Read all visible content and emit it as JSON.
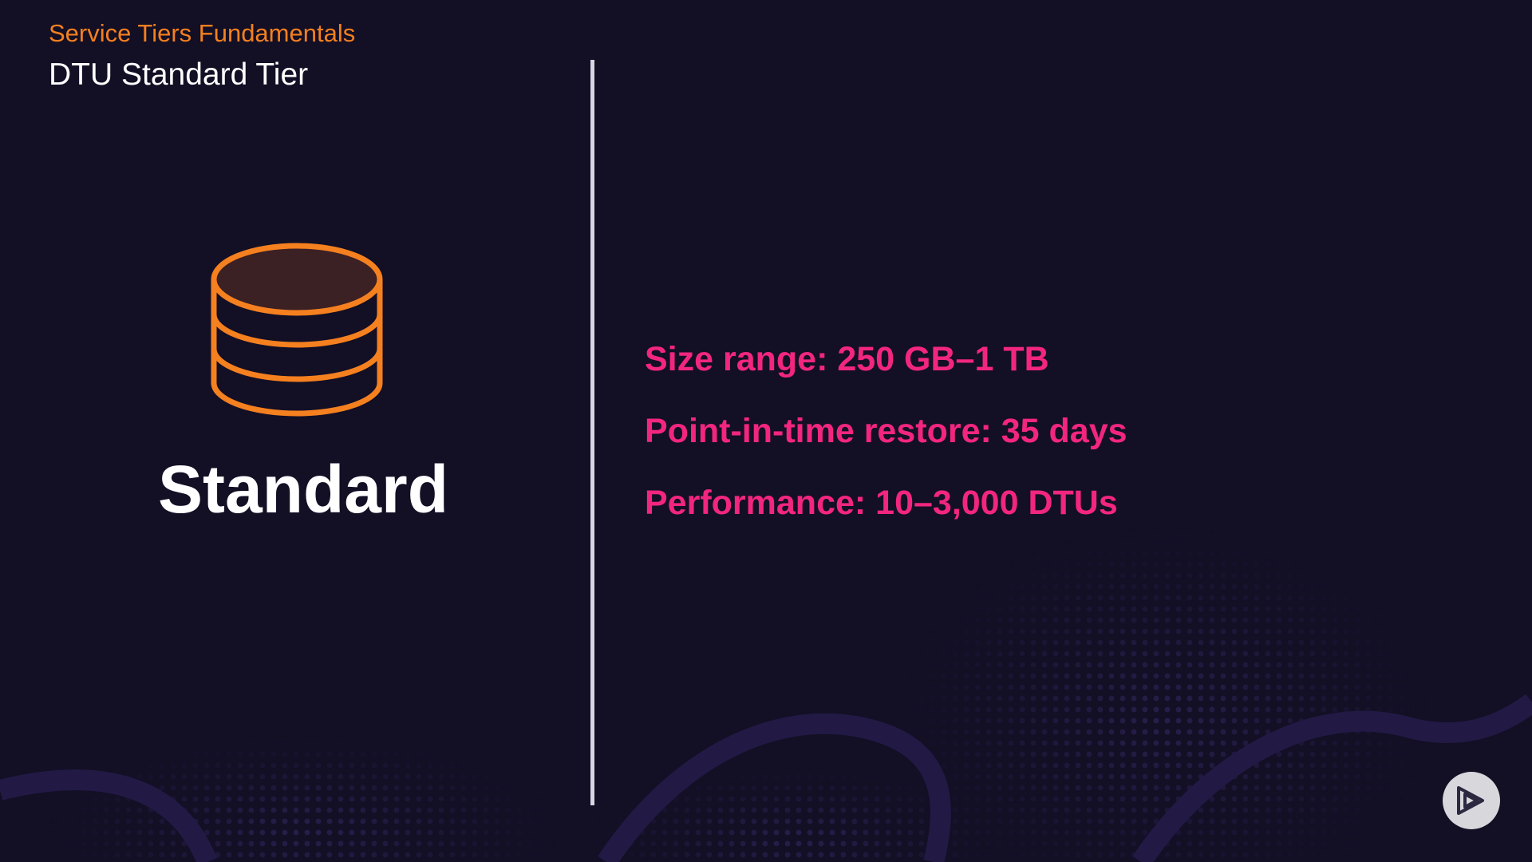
{
  "slide": {
    "kicker": "Service Tiers Fundamentals",
    "title": "DTU Standard Tier"
  },
  "tier": {
    "icon": "database-icon",
    "name": "Standard"
  },
  "facts": [
    "Size range: 250 GB–1 TB",
    "Point-in-time restore: 35 days",
    "Performance: 10–3,000 DTUs"
  ],
  "player": {
    "icon": "play-logo-icon"
  },
  "colors": {
    "background": "#130f25",
    "kicker": "#f5801f",
    "facts": "#f2267e",
    "icon_stroke": "#f5801f",
    "icon_top_fill": "#3b2024",
    "divider": "#d8d6e2"
  }
}
